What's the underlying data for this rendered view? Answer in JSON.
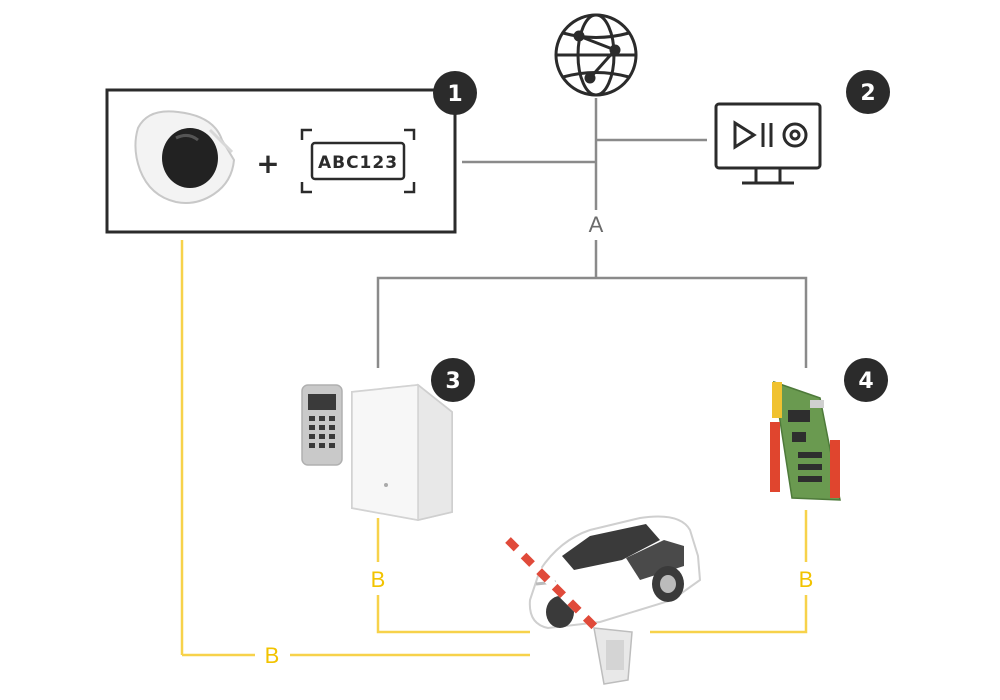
{
  "badges": [
    "1",
    "2",
    "3",
    "4"
  ],
  "plate_text": "ABC123",
  "plus_sign": "+",
  "connection_labels": {
    "network": "A",
    "wired": "B"
  },
  "colors": {
    "network_line": "#8a8a8a",
    "wired_line": "#f7d24a",
    "badge_fill": "#2b2b2b",
    "outline": "#2b2b2b"
  }
}
